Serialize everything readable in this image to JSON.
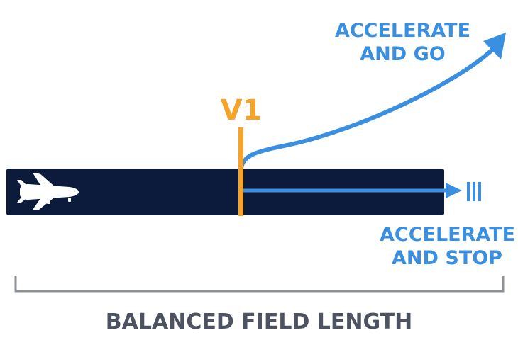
{
  "labels": {
    "v1": "V1",
    "accelerate_go_line1": "ACCELERATE",
    "accelerate_go_line2": "AND GO",
    "accelerate_stop_line1": "ACCELERATE",
    "accelerate_stop_line2": "AND STOP",
    "balanced_field_length": "BALANCED FIELD LENGTH"
  },
  "icons": {
    "aircraft": "airplane-icon",
    "stop_marker": "stop-bars-icon"
  },
  "colors": {
    "runway": "#0c1b3b",
    "v1_line": "#f6a32a",
    "path": "#3b8fe0",
    "bracket": "#8c9099",
    "caption": "#4d5360",
    "airplane": "#ffffff"
  }
}
